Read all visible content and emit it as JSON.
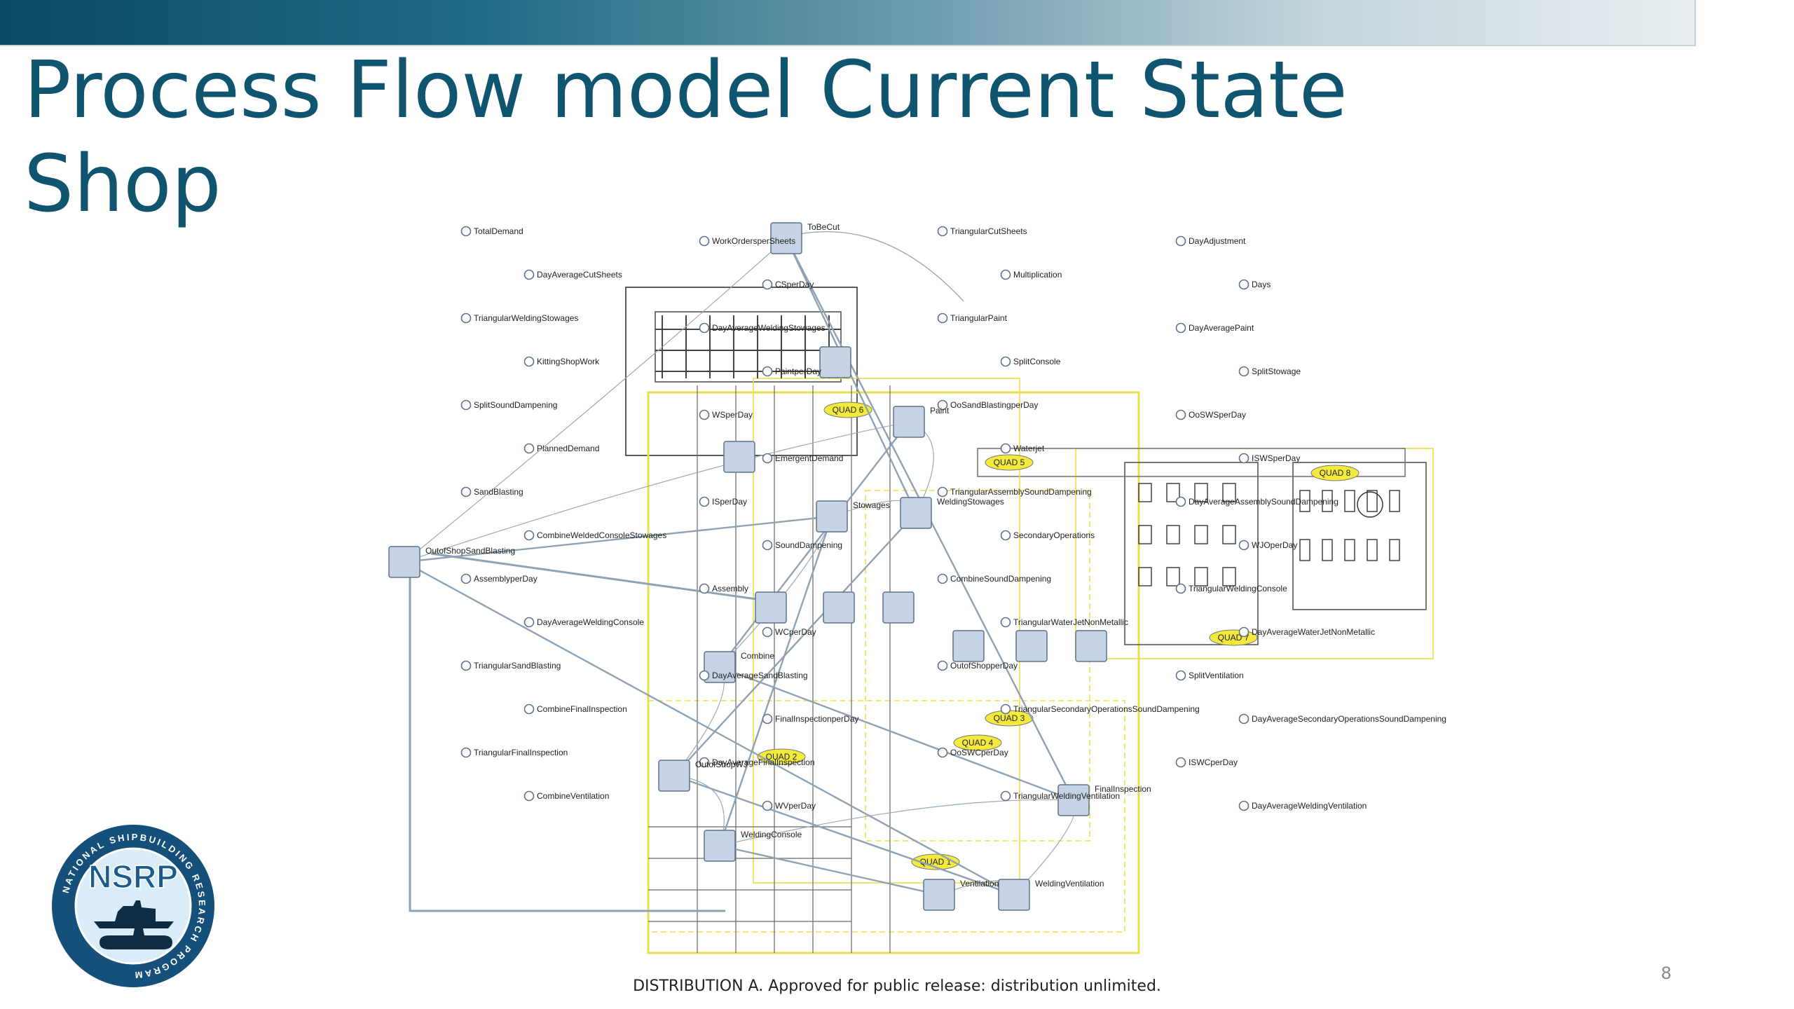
{
  "slide": {
    "title_line1": "Process Flow model Current State",
    "title_line2": "Shop",
    "footer": "DISTRIBUTION A.  Approved for public release: distribution unlimited.",
    "page_number": "8"
  },
  "logo": {
    "acronym": "NSRP",
    "ring_text": "NATIONAL SHIPBUILDING RESEARCH PROGRAM"
  },
  "colors": {
    "title": "#0f5570",
    "floorplan_zone": "#e8e04a",
    "node_fill": "#c6d3e4",
    "flow_line": "#8fa2b4"
  },
  "diagram": {
    "zones": [
      "QUAD 6",
      "QUAD 5",
      "QUAD 8",
      "QUAD 7",
      "QUAD 4",
      "QUAD 3",
      "QUAD 2",
      "QUAD 1"
    ],
    "stocks": [
      "ToBeCut",
      "OutofShopSandBlasting",
      "Paint",
      "WeldingStowages",
      "Stowages",
      "Combine",
      "OutofShopWJ",
      "WeldingConsole",
      "FinalInspection",
      "WeldingVentilation",
      "Ventilation"
    ],
    "variables": [
      "TotalDemand",
      "WorkOrdersperSheets",
      "TriangularCutSheets",
      "DayAdjustment",
      "DayAverageCutSheets",
      "CSperDay",
      "Multiplication",
      "Days",
      "TriangularWeldingStowages",
      "DayAverageWeldingStowages",
      "TriangularPaint",
      "DayAveragePaint",
      "KittingShopWork",
      "PaintperDay",
      "SplitConsole",
      "SplitStowage",
      "SplitSoundDampening",
      "WSperDay",
      "OoSandBlastingperDay",
      "OoSWSperDay",
      "PlannedDemand",
      "EmergentDemand",
      "Waterjet",
      "ISWSperDay",
      "SandBlasting",
      "ISperDay",
      "TriangularAssemblySoundDampening",
      "DayAverageAssemblySoundDampening",
      "CombineWeldedConsoleStowages",
      "SoundDampening",
      "SecondaryOperations",
      "WJOperDay",
      "AssemblyperDay",
      "Assembly",
      "CombineSoundDampening",
      "TriangularWeldingConsole",
      "DayAverageWeldingConsole",
      "WCperDay",
      "TriangularWaterJetNonMetallic",
      "DayAverageWaterJetNonMetallic",
      "TriangularSandBlasting",
      "DayAverageSandBlasting",
      "OutofShopperDay",
      "SplitVentilation",
      "CombineFinalInspection",
      "FinalInspectionperDay",
      "TriangularSecondaryOperationsSoundDampening",
      "DayAverageSecondaryOperationsSoundDampening",
      "TriangularFinalInspection",
      "DayAverageFinalInspection",
      "OoSWCperDay",
      "ISWCperDay",
      "CombineVentilation",
      "WVperDay",
      "TriangularWeldingVentilation",
      "DayAverageWeldingVentilation"
    ]
  }
}
